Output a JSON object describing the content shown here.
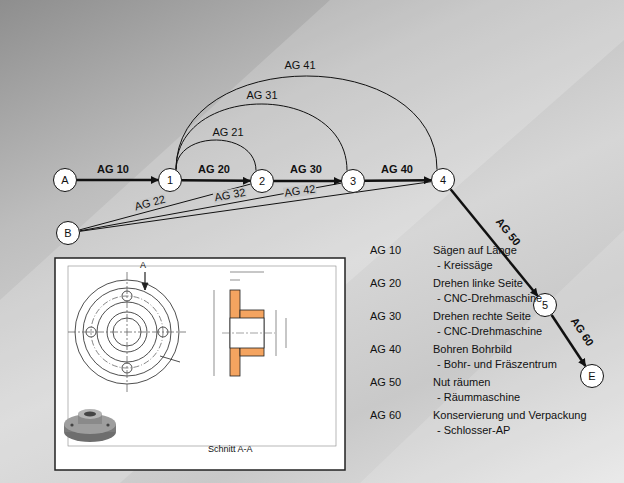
{
  "diagram": {
    "nodes": [
      {
        "text": [
          "A"
        ]
      },
      {
        "text": [
          "1"
        ]
      },
      {
        "text": [
          "2"
        ]
      },
      {
        "text": [
          "3"
        ]
      },
      {
        "text": [
          "4"
        ]
      },
      {
        "text": [
          "5"
        ]
      },
      {
        "text": [
          "E"
        ]
      },
      {
        "text": [
          "B"
        ]
      }
    ],
    "edges": [
      {
        "from": 0,
        "to": 1,
        "label": "AG 10",
        "arrow": "to"
      },
      {
        "from": 1,
        "to": 2,
        "label": "AG 20",
        "arrow": "to"
      },
      {
        "from": 2,
        "to": 3,
        "label": "AG 30",
        "arrow": "to"
      },
      {
        "from": 3,
        "to": 4,
        "label": "AG 40",
        "arrow": "to"
      },
      {
        "from": 4,
        "to": 5,
        "label": "AG 50",
        "arrow": "to"
      },
      {
        "from": 5,
        "to": 6,
        "label": "AG 60",
        "arrow": "to"
      },
      {
        "from": 1,
        "to": 2,
        "label": "AG 21",
        "arrow": "none"
      },
      {
        "from": 1,
        "to": 3,
        "label": "AG 31",
        "arrow": "none"
      },
      {
        "from": 1,
        "to": 4,
        "label": "AG 41",
        "arrow": "none"
      },
      {
        "from": 7,
        "to": 2,
        "label": "AG 22",
        "arrow": "none"
      },
      {
        "from": 7,
        "to": 3,
        "label": "AG 32",
        "arrow": "none"
      },
      {
        "from": 7,
        "to": 4,
        "label": "AG 42",
        "arrow": "none"
      }
    ],
    "labels": [
      "AG 10",
      "Sägen auf Länge",
      "- Kreissäge",
      "AG 20",
      "Drehen linke Seite",
      "- CNC-Drehmaschine",
      "AG 30",
      "Drehen rechte Seite",
      "- CNC-Drehmaschine",
      "AG 40",
      "Bohren Bohrbild",
      "- Bohr- und Fräszentrum",
      "AG 50",
      "Nut räumen",
      "- Räummaschine",
      "AG 60",
      "Konservierung und Verpackung",
      "- Schlosser-AP",
      "A",
      "Schnitt A-A"
    ]
  }
}
